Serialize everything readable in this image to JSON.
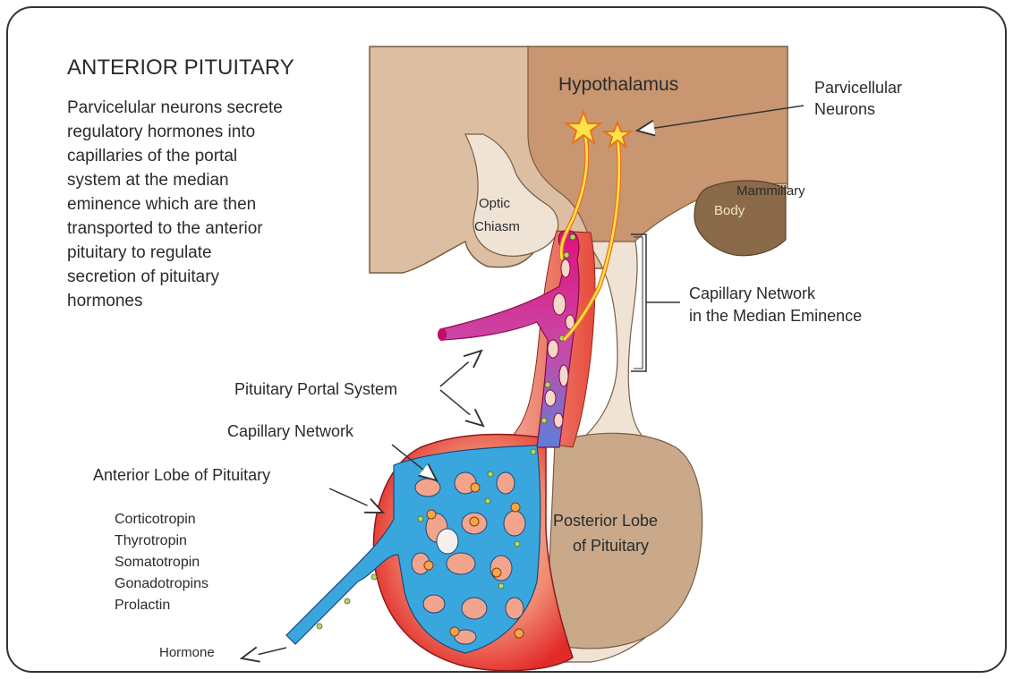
{
  "title": "ANTERIOR PITUITARY",
  "description_lines": [
    "Parvicelular neurons secrete",
    "regulatory hormones into",
    "capillaries of the portal",
    "system at the median",
    "eminence which are then",
    "transported to the anterior",
    "pituitary to regulate",
    "secretion of pituitary",
    "hormones"
  ],
  "labels": {
    "hypothalamus": "Hypothalamus",
    "parvicellular_1": "Parvicellular",
    "parvicellular_2": "Neurons",
    "optic_1": "Optic",
    "optic_2": "Chiasm",
    "mammillary_1": "Mammillary",
    "mammillary_2": "Body",
    "capnet_median_1": "Capillary Network",
    "capnet_median_2": "in the Median Eminence",
    "portal_system": "Pituitary Portal System",
    "capillary_network": "Capillary Network",
    "anterior_lobe": "Anterior Lobe of Pituitary",
    "posterior_1": "Posterior Lobe",
    "posterior_2": "of Pituitary",
    "hormone": "Hormone"
  },
  "hormones": [
    "Corticotropin",
    "Thyrotropin",
    "Somatotropin",
    "Gonadotropins",
    "Prolactin"
  ],
  "colors": {
    "hypothalamus": "#c89670",
    "brain_tan": "#dcbfa2",
    "light_tan": "#efe3d6",
    "mammillary": "#8a6a48",
    "vessel_magenta": "#e0117a",
    "vessel_blue": "#3aa6de",
    "anterior_red": "#e8232a",
    "anterior_pink": "#f2a48c",
    "neuron_yellow": "#ffe14a",
    "neuron_orange": "#e8731b"
  }
}
